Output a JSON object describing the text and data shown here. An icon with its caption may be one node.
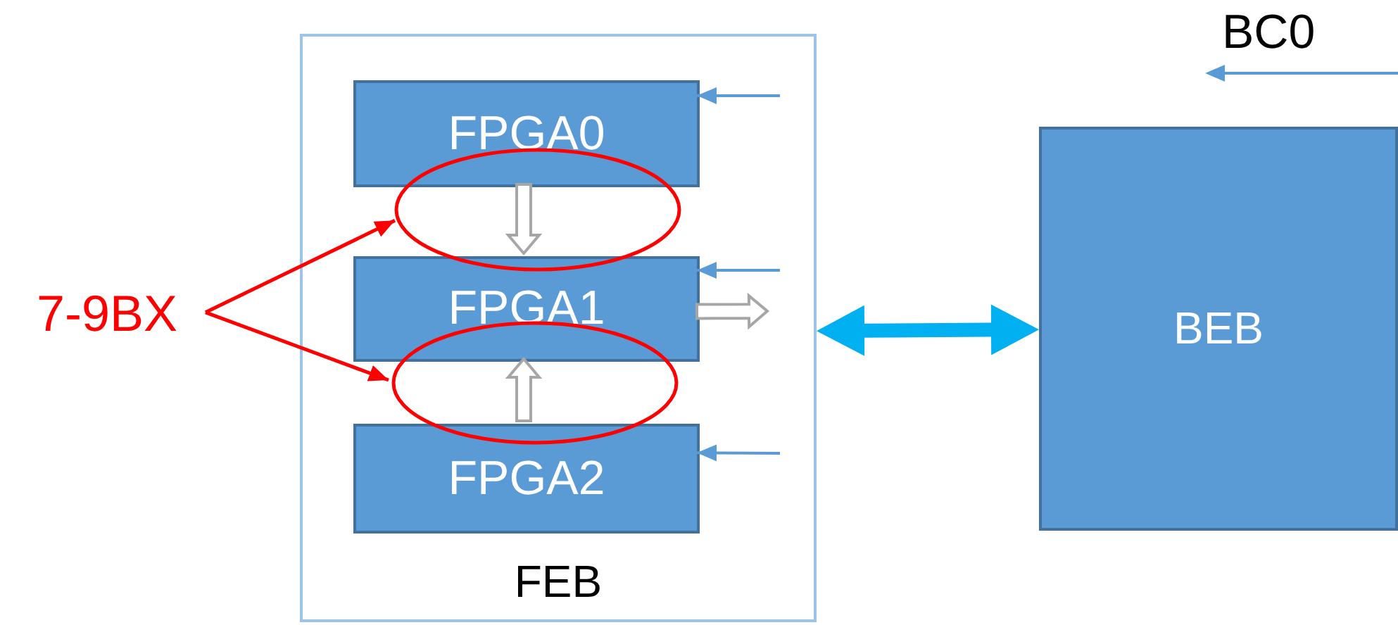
{
  "diagram": {
    "nodes": [
      {
        "text": [
          "FEB"
        ]
      },
      {
        "text": [
          "FPGA0"
        ],
        "in": 0
      },
      {
        "text": [
          "FPGA1"
        ],
        "in": 0
      },
      {
        "text": [
          "FPGA2"
        ],
        "in": 0
      },
      {
        "text": [
          "BEB"
        ]
      },
      {
        "text": [
          "7-9BX"
        ]
      },
      {
        "text": [],
        "shape": "ellipse",
        "in": 0
      },
      {
        "text": [],
        "shape": "ellipse",
        "in": 0
      }
    ],
    "edges": [
      {
        "from": 1,
        "to": 2,
        "arrow": "to",
        "color": "#a6a6a6"
      },
      {
        "from": 3,
        "to": 2,
        "arrow": "to",
        "color": "#a6a6a6"
      },
      {
        "from": 2,
        "to": null,
        "arrow": "to",
        "color": "#a6a6a6"
      },
      {
        "from": null,
        "to": 1,
        "arrow": "to",
        "color": "#5b9bd5"
      },
      {
        "from": null,
        "to": 2,
        "arrow": "to",
        "color": "#5b9bd5"
      },
      {
        "from": null,
        "to": 3,
        "arrow": "to",
        "color": "#5b9bd5"
      },
      {
        "from": 0,
        "to": 4,
        "arrow": "both",
        "style": "thick",
        "color": "#00b0f0"
      },
      {
        "from": 5,
        "to": 6,
        "arrow": "to",
        "color": "#ff0000"
      },
      {
        "from": 5,
        "to": 7,
        "arrow": "to",
        "color": "#ff0000"
      }
    ],
    "labels": [
      "BC0"
    ]
  }
}
